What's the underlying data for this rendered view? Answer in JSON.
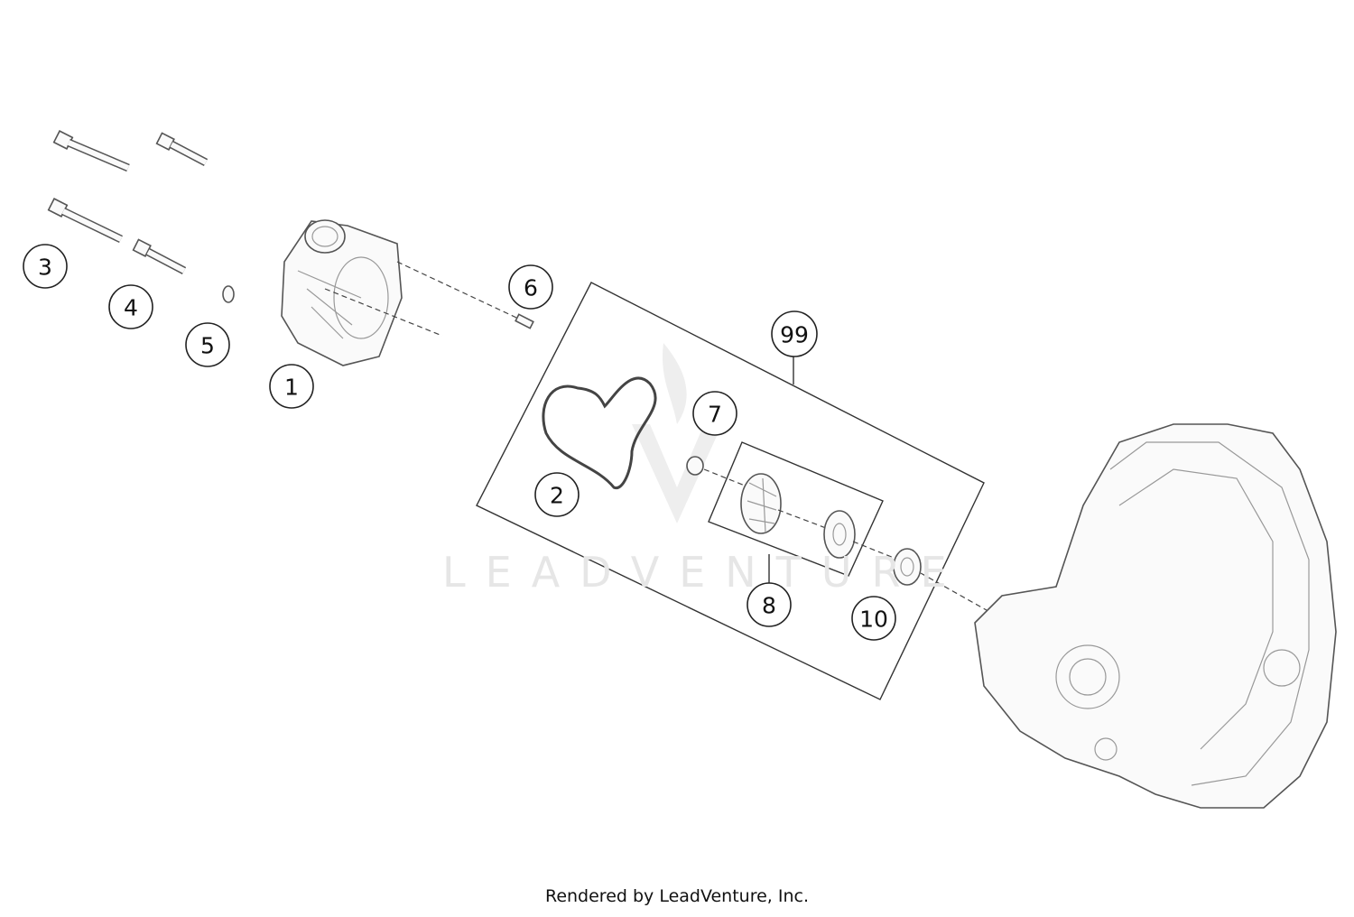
{
  "watermark": "LEADVENTURE",
  "footer": "Rendered by LeadVenture, Inc.",
  "callouts": {
    "c1": "1",
    "c2": "2",
    "c3": "3",
    "c4": "4",
    "c5": "5",
    "c6": "6",
    "c7": "7",
    "c8": "8",
    "c10": "10",
    "c99": "99"
  }
}
